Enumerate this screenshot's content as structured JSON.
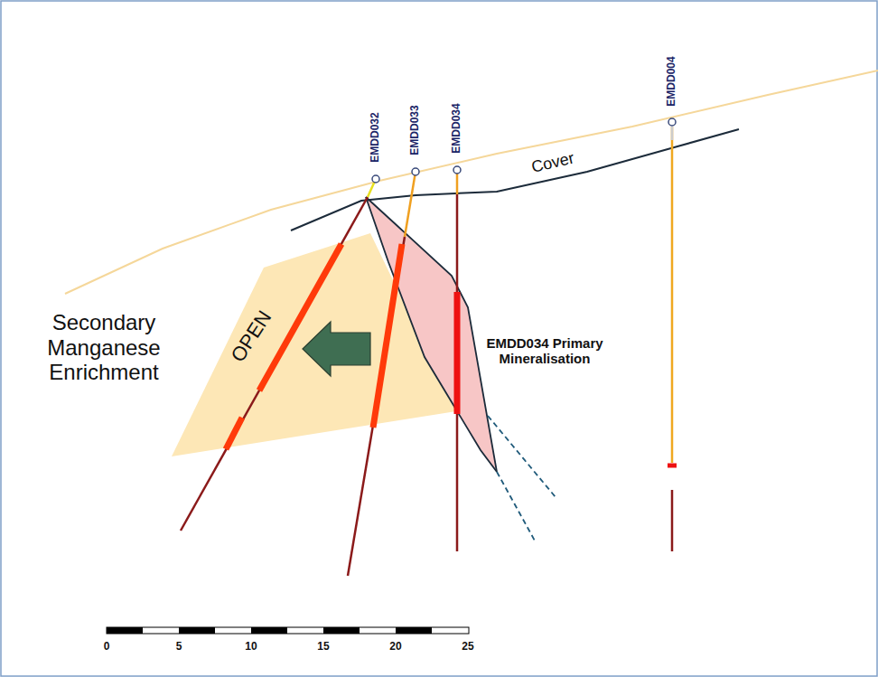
{
  "diagram": {
    "labels": [
      "EMDD032",
      "EMDD033",
      "EMDD034",
      "EMDD004",
      "Cover",
      "Secondary Manganese Enrichment",
      "OPEN",
      "EMDD034 Primary Mineralisation",
      "0",
      "5",
      "10",
      "15",
      "20",
      "25"
    ]
  }
}
